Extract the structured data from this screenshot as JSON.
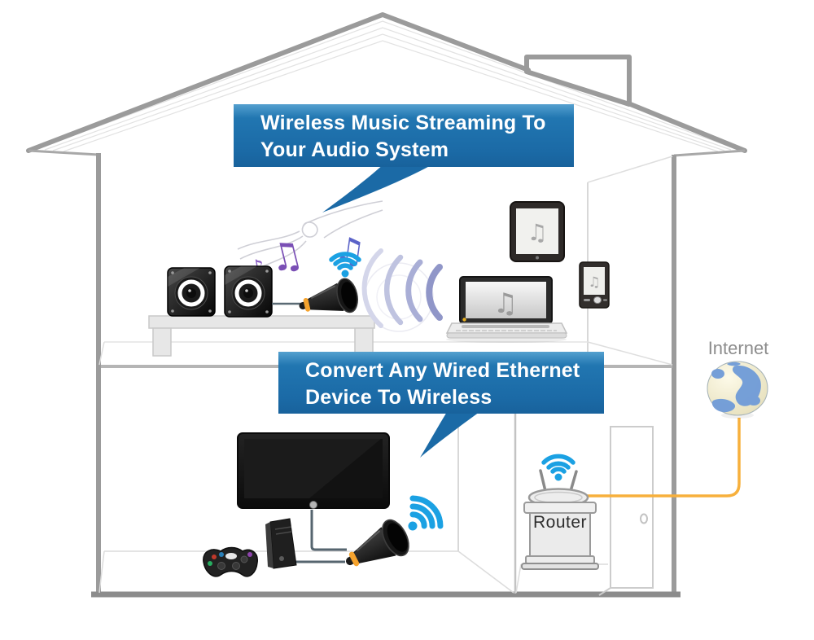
{
  "callouts": {
    "audio_streaming": {
      "line1": "Wireless Music Streaming To",
      "line2": "Your Audio System"
    },
    "ethernet_convert": {
      "line1": "Convert Any Wired Ethernet",
      "line2": "Device To Wireless"
    }
  },
  "labels": {
    "internet": "Internet",
    "router": "Router"
  },
  "glyphs": {
    "music_note_beamed": "♫",
    "music_note_single": "♪"
  },
  "icons": {
    "wifi": "wifi-signal-icon",
    "globe": "internet-globe-icon",
    "music": "music-note-icon",
    "horn_adapter": "wireless-audio-adapter-icon"
  },
  "colors": {
    "callout_blue": "#1b6aa6",
    "wifi_blue": "#1ba1e3",
    "cable_yellow": "#f7b03c",
    "note_purple": "#7a4fb5",
    "note_blue": "#5b63c8",
    "house_outline_gray": "#9b9b9b"
  }
}
